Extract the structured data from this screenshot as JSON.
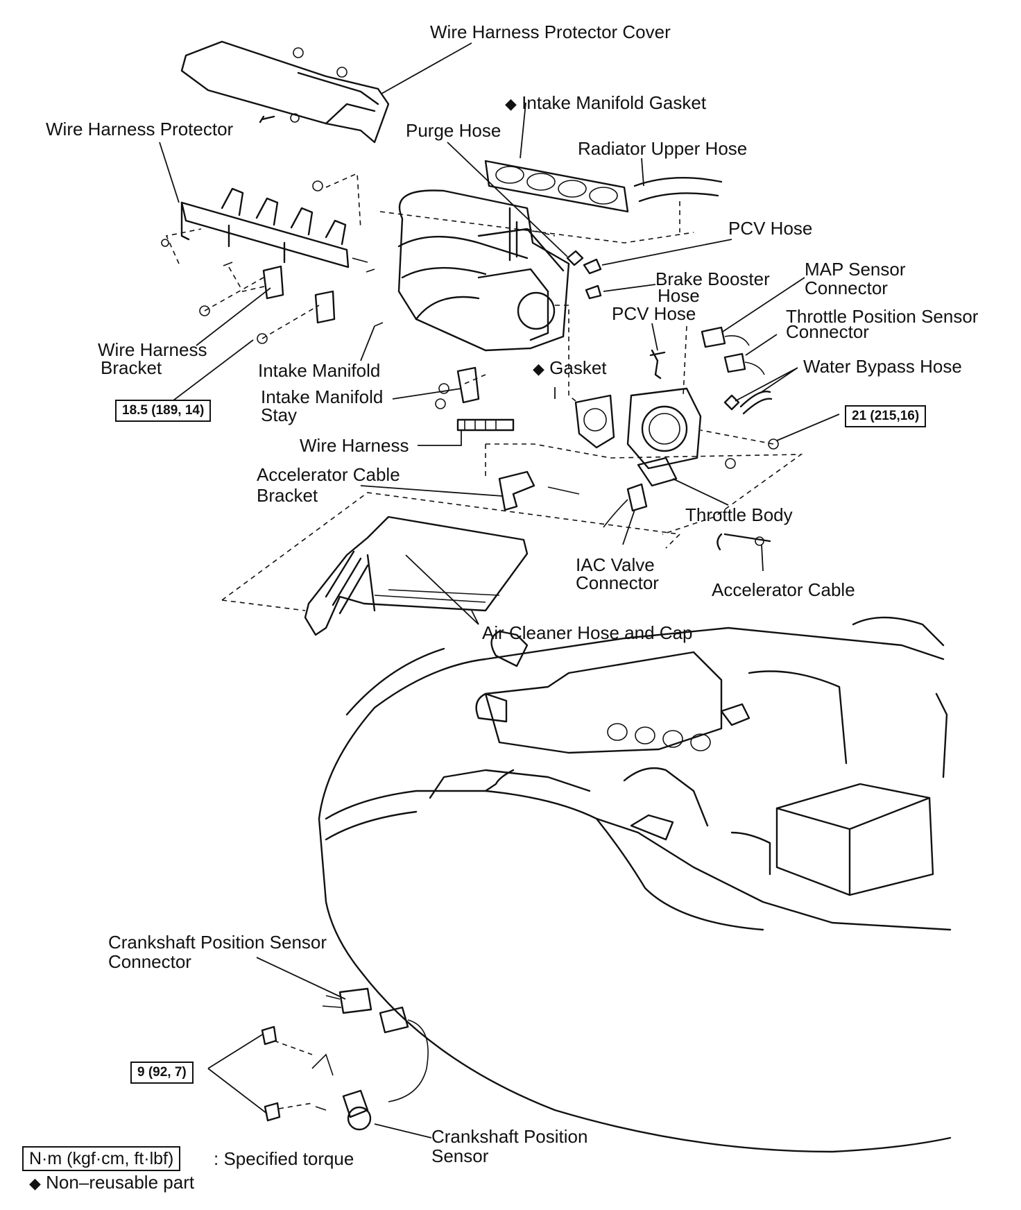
{
  "labels": {
    "wire_harness_protector_cover": "Wire Harness Protector Cover",
    "intake_manifold_gasket": "Intake Manifold Gasket",
    "wire_harness_protector": "Wire Harness Protector",
    "purge_hose": "Purge Hose",
    "radiator_upper_hose": "Radiator Upper Hose",
    "pcv_hose_1": "PCV Hose",
    "brake_booster_hose_1": "Brake Booster",
    "brake_booster_hose_2": "Hose",
    "map_sensor_1": "MAP Sensor",
    "map_sensor_2": "Connector",
    "pcv_hose_2": "PCV Hose",
    "tps_connector_1": "Throttle Position Sensor",
    "tps_connector_2": "Connector",
    "wire_harness_bracket_1": "Wire Harness",
    "wire_harness_bracket_2": "Bracket",
    "water_bypass_hose": "Water Bypass Hose",
    "intake_manifold": "Intake Manifold",
    "gasket": "Gasket",
    "intake_manifold_stay_1": "Intake Manifold",
    "intake_manifold_stay_2": "Stay",
    "wire_harness": "Wire Harness",
    "accelerator_cable_bracket_1": "Accelerator Cable",
    "accelerator_cable_bracket_2": "Bracket",
    "throttle_body": "Throttle Body",
    "iac_valve_1": "IAC Valve",
    "iac_valve_2": "Connector",
    "accelerator_cable": "Accelerator Cable",
    "air_cleaner_hose": "Air Cleaner Hose and Cap",
    "ckp_connector_1": "Crankshaft Position Sensor",
    "ckp_connector_2": "Connector",
    "ckp_sensor_1": "Crankshaft Position",
    "ckp_sensor_2": "Sensor"
  },
  "torque_specs": {
    "wire_harness_bracket_nut": "18.5 (189, 14)",
    "throttle_body_nut": "21 (215,16)",
    "ckp_sensor_bolt": "9 (92, 7)"
  },
  "symbols": {
    "non_reusable": "◆"
  },
  "legend": {
    "torque_unit": "N·m (kgf·cm, ft·lbf)",
    "torque_desc": ": Specified torque",
    "non_reusable_desc": "Non–reusable part"
  }
}
